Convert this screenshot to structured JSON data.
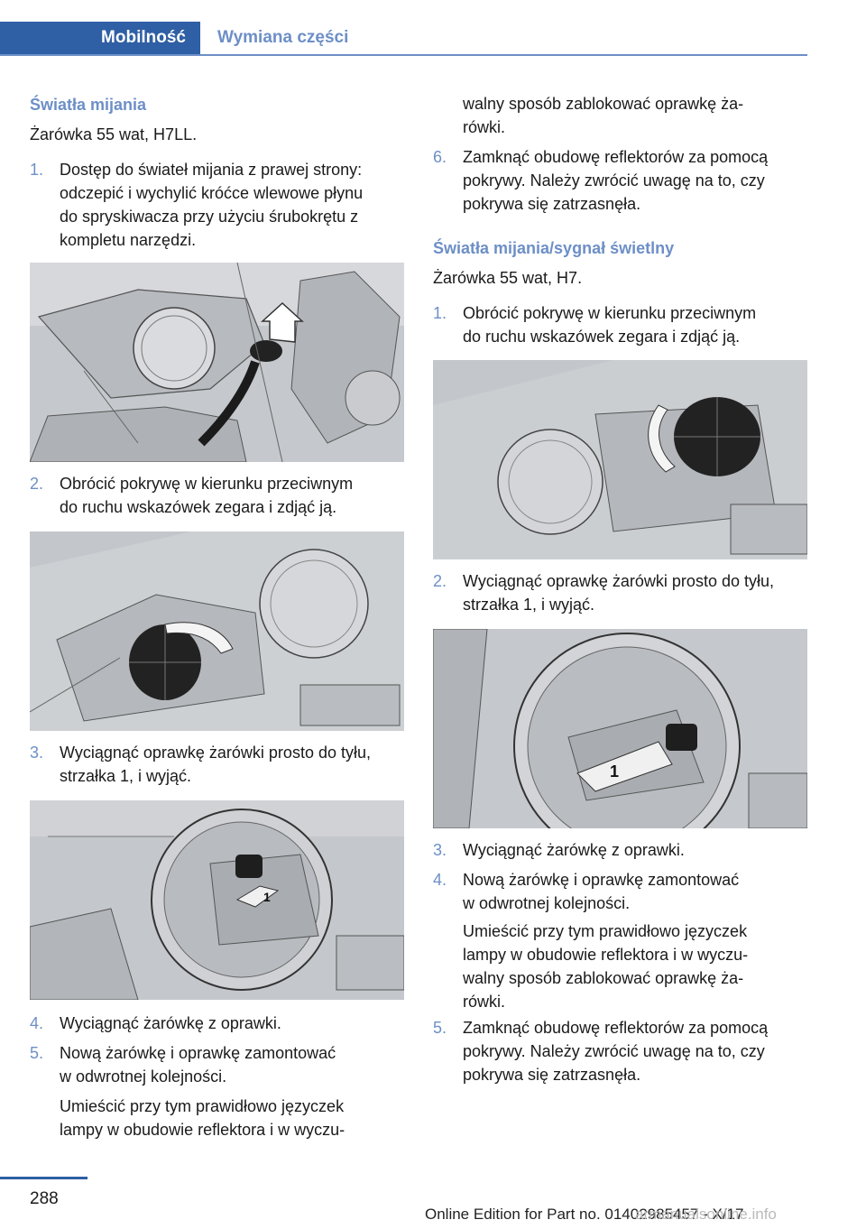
{
  "header": {
    "active_tab": "Mobilność",
    "inactive_tab": "Wymiana części",
    "accent_color": "#2f5fa4",
    "light_accent_color": "#6d8fc7"
  },
  "left": {
    "heading": "Światła mijania",
    "bulb": "Żarówka 55 wat, H7LL.",
    "steps": [
      {
        "num": "1.",
        "text": "Dostęp do świateł mijania z prawej strony:\nodczepić i wychylić króćce wlewowe płynu\ndo spryskiwacza przy użyciu śrubokrętu z\nkompletu narzędzi."
      },
      {
        "num": "2.",
        "text": "Obrócić pokrywę w kierunku przeciwnym\ndo ruchu wskazówek zegara i zdjąć ją."
      },
      {
        "num": "3.",
        "text": "Wyciągnąć oprawkę żarówki prosto do tyłu,\nstrzałka 1, i wyjąć."
      },
      {
        "num": "4.",
        "text": "Wyciągnąć żarówkę z oprawki."
      },
      {
        "num": "5.",
        "text": "Nową żarówkę i oprawkę zamontować\nw odwrotnej kolejności."
      }
    ],
    "step5_note": "Umieścić przy tym prawidłowo języczek\nlampy w obudowie reflektora i w wyczu-"
  },
  "right": {
    "continuation": "walny sposób zablokować oprawkę ża-\nrówki.",
    "step6": {
      "num": "6.",
      "text": "Zamknąć obudowę reflektorów za pomocą\npokrywy. Należy zwrócić uwagę na to, czy\npokrywa się zatrzasnęła."
    },
    "heading": "Światła mijania/sygnał świetlny",
    "bulb": "Żarówka 55 wat, H7.",
    "steps": [
      {
        "num": "1.",
        "text": "Obrócić pokrywę w kierunku przeciwnym\ndo ruchu wskazówek zegara i zdjąć ją."
      },
      {
        "num": "2.",
        "text": "Wyciągnąć oprawkę żarówki prosto do tyłu,\nstrzałka 1, i wyjąć."
      },
      {
        "num": "3.",
        "text": "Wyciągnąć żarówkę z oprawki."
      },
      {
        "num": "4.",
        "text": "Nową żarówkę i oprawkę zamontować\nw odwrotnej kolejności."
      },
      {
        "num": "5.",
        "text": "Zamknąć obudowę reflektorów za pomocą\npokrywy. Należy zwrócić uwagę na to, czy\npokrywa się zatrzasnęła."
      }
    ],
    "step4_note": "Umieścić przy tym prawidłowo języczek\nlampy w obudowie reflektora i w wyczu-\nwalny sposób zablokować oprawkę ża-\nrówki."
  },
  "figures": {
    "arrow_label": "1"
  },
  "footer": {
    "page_number": "288",
    "edition": "Online Edition for Part no. 01402985457 - X/17",
    "watermark": "armanualsonline.info"
  }
}
